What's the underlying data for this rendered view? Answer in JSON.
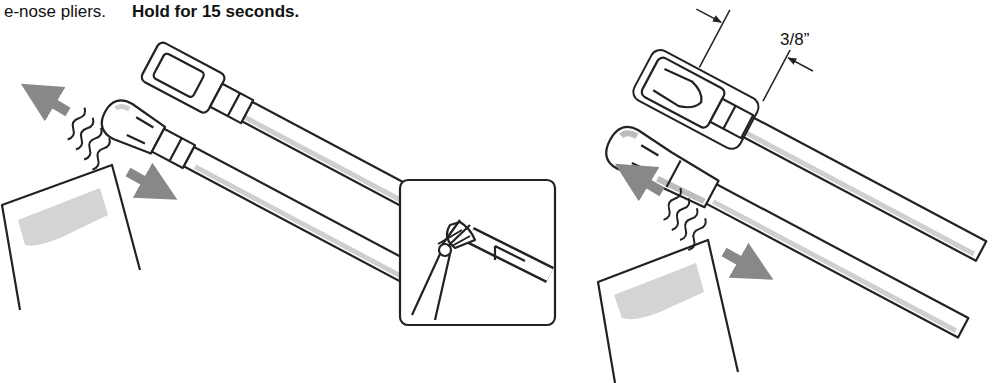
{
  "diagram": {
    "labels": [
      "e-nose pliers.",
      "Hold for 15 seconds.",
      "3/8”"
    ]
  }
}
